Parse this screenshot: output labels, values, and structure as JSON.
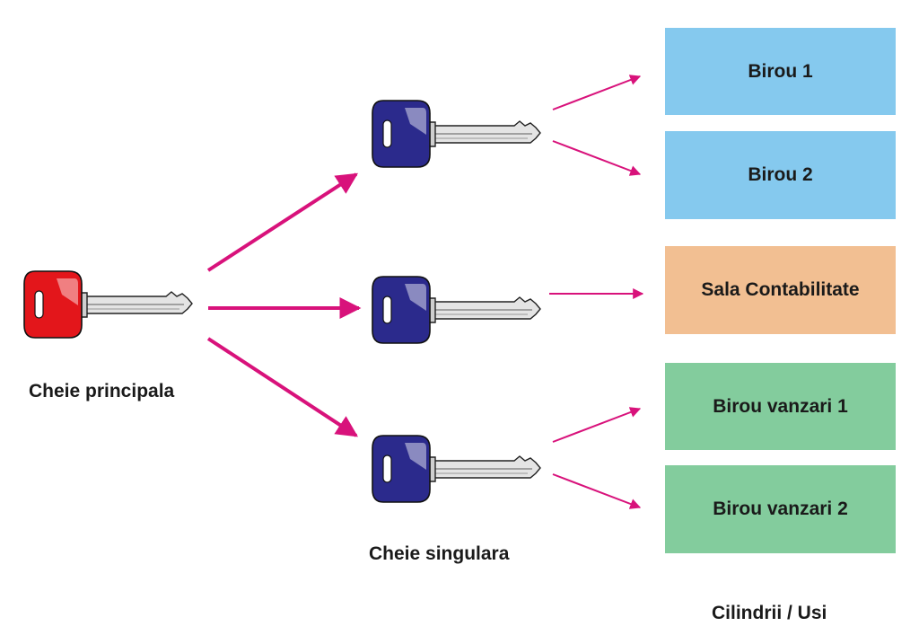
{
  "labels": {
    "master": "Cheie principala",
    "single": "Cheie singulara",
    "doors": "Cilindrii / Usi"
  },
  "doors": [
    {
      "label": "Birou 1",
      "color": "#85c9ee"
    },
    {
      "label": "Birou 2",
      "color": "#85c9ee"
    },
    {
      "label": "Sala Contabilitate",
      "color": "#f2bf92"
    },
    {
      "label": "Birou vanzari 1",
      "color": "#83cc9d"
    },
    {
      "label": "Birou vanzari 2",
      "color": "#83cc9d"
    }
  ],
  "colors": {
    "master_key": "#e3161b",
    "single_key": "#2b2a8c",
    "arrow": "#d8127b",
    "blade": "#d9d9d9"
  },
  "icons": {
    "master_key": "key-icon",
    "single_key": "key-icon"
  }
}
